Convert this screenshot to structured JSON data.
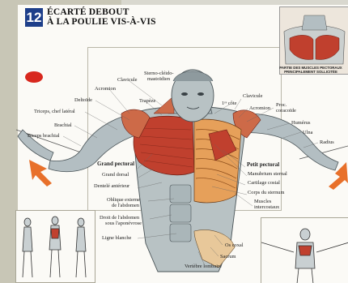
{
  "header": {
    "number": "12",
    "title_line1": "ÉCARTÉ DEBOUT",
    "title_line2": "À LA POULIE VIS-À-VIS"
  },
  "inset_caption": {
    "line1": "PARTIE DES MUSCLES PECTORAUX",
    "line2": "PRINCIPALEMENT SOLLICITÉE"
  },
  "labels": {
    "sterno": "Sterno-cléido-",
    "mastoidien": "mastoïdien",
    "clavicule_left": "Clavicule",
    "acromion_left": "Acromion",
    "deltoide": "Deltoïde",
    "trapeze": "Trapèze",
    "triceps": "Triceps, chef latéral",
    "brachial": "Brachial",
    "biceps": "Biceps brachial",
    "premiere_cote": "1ʳᵉ côte",
    "clavicule_right": "Clavicule",
    "acromion_right": "Acromion",
    "proc": "Proc.",
    "coracoide": "coracoïde",
    "humerus": "Humérus",
    "ulna": "Ulna",
    "radius": "Radius",
    "grand_pectoral": "Grand pectoral",
    "grand_dorsal": "Grand dorsal",
    "dentele": "Dentelé antérieur",
    "oblique1": "Oblique externe",
    "oblique2": "de l'abdomen",
    "droit1": "Droit de l'abdomen",
    "droit2": "sous l'aponévrose",
    "ligne_blanche": "Ligne blanche",
    "petit_pectoral": "Petit pectoral",
    "manubrium": "Manubrium sternal",
    "cartilage": "Cartilage costal",
    "corps": "Corps du sternum",
    "muscles1": "Muscles",
    "muscles2": "intercostaux",
    "os_coxal": "Os coxal",
    "sacrum": "Sacrum",
    "vertebre": "Vertèbre lombaire"
  },
  "colors": {
    "badge": "#1e3f8a",
    "muscle_red": "#c0402e",
    "muscle_orange": "#e6a05a",
    "skin": "#b8c2c4",
    "arrow": "#e8702a",
    "red_dot": "#d8281e"
  }
}
